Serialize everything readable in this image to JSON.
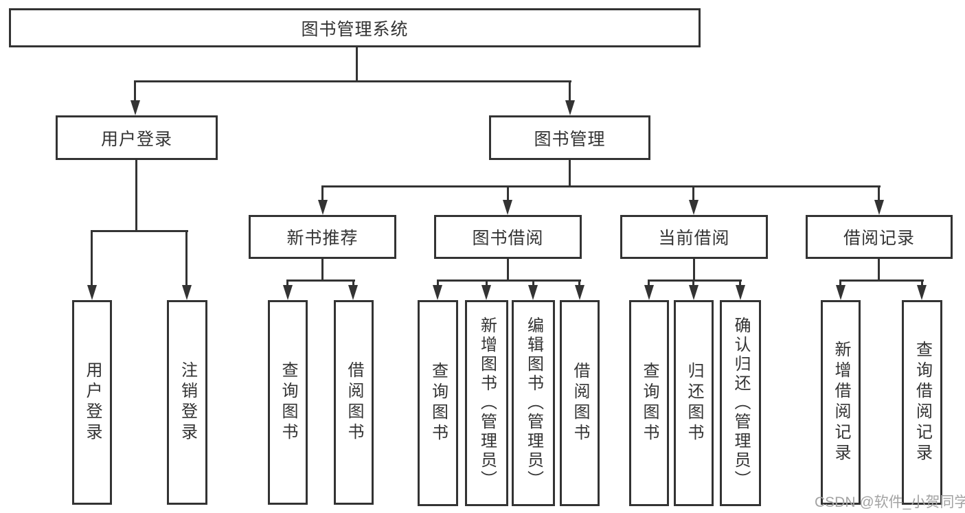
{
  "diagram": {
    "root": {
      "label": "图书管理系统"
    },
    "branches": [
      {
        "label": "用户登录",
        "children": [
          {
            "label": "用户登录"
          },
          {
            "label": "注销登录"
          }
        ]
      },
      {
        "label": "图书管理",
        "sections": [
          {
            "label": "新书推荐",
            "children": [
              {
                "label": "查询图书"
              },
              {
                "label": "借阅图书"
              }
            ]
          },
          {
            "label": "图书借阅",
            "children": [
              {
                "label": "查询图书"
              },
              {
                "label": "新增图书（管理员）"
              },
              {
                "label": "编辑图书（管理员）"
              },
              {
                "label": "借阅图书"
              }
            ]
          },
          {
            "label": "当前借阅",
            "children": [
              {
                "label": "查询图书"
              },
              {
                "label": "归还图书"
              },
              {
                "label": "确认归还（管理员）"
              }
            ]
          },
          {
            "label": "借阅记录",
            "children": [
              {
                "label": "新增借阅记录"
              },
              {
                "label": "查询借阅记录"
              }
            ]
          }
        ]
      }
    ]
  },
  "watermark": {
    "text": "CSDN @软件_小贺同学"
  },
  "colors": {
    "line": "#333333",
    "text": "#333333",
    "watermark": "#a3a3a3",
    "background": "#ffffff"
  }
}
